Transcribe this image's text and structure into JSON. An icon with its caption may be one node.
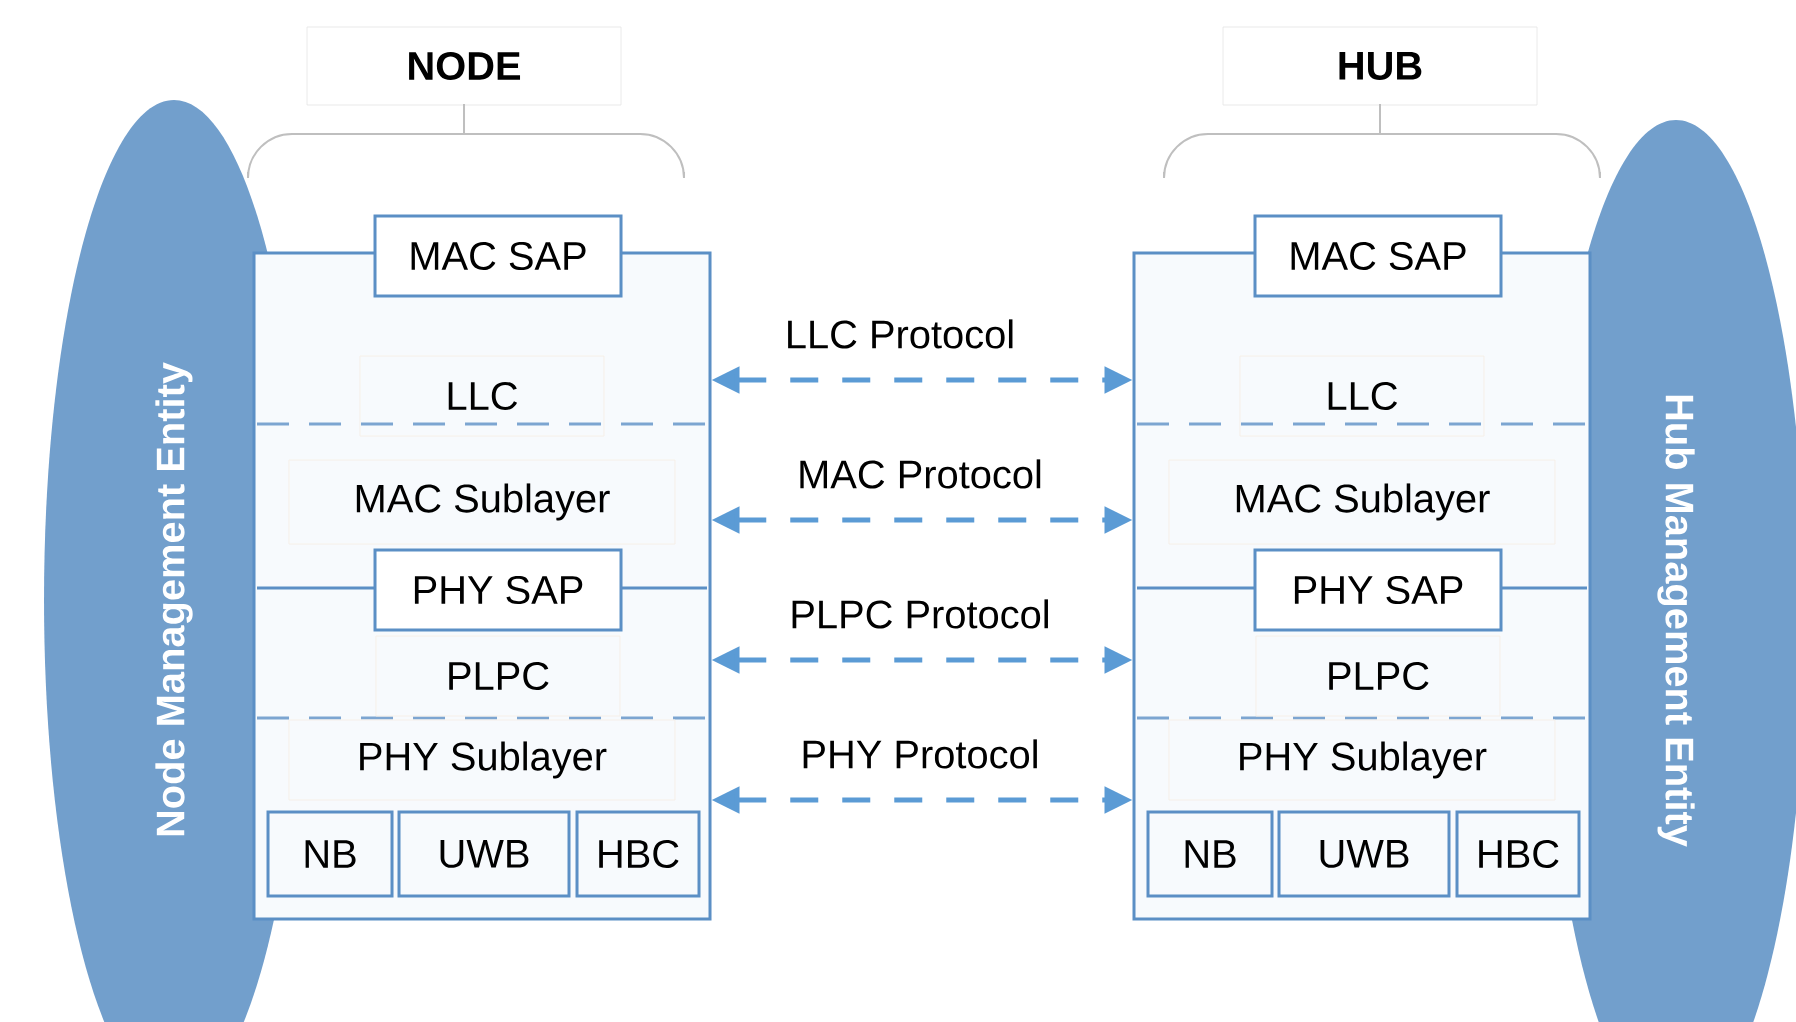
{
  "diagram": {
    "nodes": [
      {
        "text": [
          "Node Management Entity"
        ]
      },
      {
        "text": [
          "NODE"
        ]
      },
      {
        "text": [],
        "shape": "box"
      },
      {
        "text": [
          "MAC SAP"
        ]
      },
      {
        "text": [
          "LLC"
        ],
        "in": 2
      },
      {
        "text": [
          "MAC Sublayer"
        ],
        "in": 2
      },
      {
        "text": [
          "PHY SAP"
        ],
        "in": 2
      },
      {
        "text": [
          "PLPC"
        ],
        "in": 2
      },
      {
        "text": [
          "PHY Sublayer"
        ],
        "in": 2
      },
      {
        "text": [
          "NB"
        ],
        "in": 2
      },
      {
        "text": [
          "UWB"
        ],
        "in": 2
      },
      {
        "text": [
          "HBC"
        ],
        "in": 2
      },
      {
        "text": [
          "Hub Management Entity"
        ]
      },
      {
        "text": [
          "HUB"
        ]
      },
      {
        "text": [],
        "shape": "box"
      },
      {
        "text": [
          "MAC SAP"
        ]
      },
      {
        "text": [
          "LLC"
        ],
        "in": 14
      },
      {
        "text": [
          "MAC Sublayer"
        ],
        "in": 14
      },
      {
        "text": [
          "PHY SAP"
        ],
        "in": 14
      },
      {
        "text": [
          "PLPC"
        ],
        "in": 14
      },
      {
        "text": [
          "PHY Sublayer"
        ],
        "in": 14
      },
      {
        "text": [
          "NB"
        ],
        "in": 14
      },
      {
        "text": [
          "UWB"
        ],
        "in": 14
      },
      {
        "text": [
          "HBC"
        ],
        "in": 14
      }
    ],
    "edges": [
      {
        "from": 2,
        "to": 14,
        "arrow": "both",
        "label": "LLC Protocol",
        "style": "dashed"
      },
      {
        "from": 2,
        "to": 14,
        "arrow": "both",
        "label": "MAC Protocol",
        "style": "dashed"
      },
      {
        "from": 2,
        "to": 14,
        "arrow": "both",
        "label": "PLPC Protocol",
        "style": "dashed"
      },
      {
        "from": 2,
        "to": 14,
        "arrow": "both",
        "label": "PHY Protocol",
        "style": "dashed"
      }
    ]
  }
}
